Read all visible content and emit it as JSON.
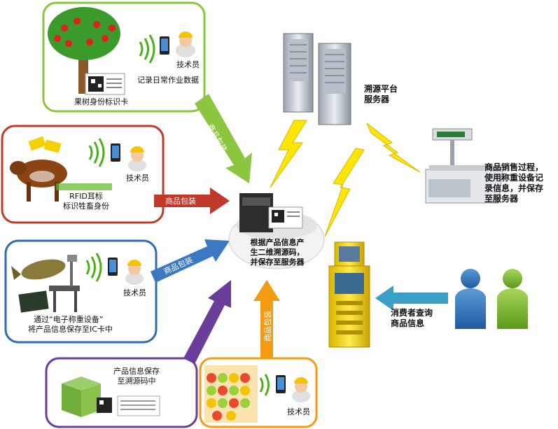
{
  "panels": {
    "tree": {
      "caption": "果树身份标识卡",
      "tech": "技术员",
      "note": "记录日常作业数据"
    },
    "cow": {
      "tech": "技术员",
      "caption_line1": "RFID耳标",
      "caption_line2": "标识牲畜身份"
    },
    "fish": {
      "tech": "技术员",
      "caption_line1": "通过“电子称重设备”",
      "caption_line2": "将产品信息保存至IC卡中"
    },
    "box": {
      "caption_line1": "产品信息保存",
      "caption_line2": "至溯源码中"
    },
    "fruit": {
      "tech": "技术员"
    }
  },
  "center": {
    "line1": "根据产品信息产",
    "line2": "生二维溯源码，",
    "line3": "并保存至服务器"
  },
  "server": {
    "line1": "溯源平台",
    "line2": "服务器"
  },
  "scale": {
    "line1": "商品销售过程，",
    "line2": "使用称重设备记",
    "line3": "录信息，并保存",
    "line4": "至服务器"
  },
  "consumer": {
    "line1": "消费者查询",
    "line2": "商品信息"
  },
  "arrows": {
    "a1": "商品包装",
    "a2": "商品包装",
    "a3": "商品包装",
    "a4": "商品包装",
    "a5": "商品包装"
  },
  "colors": {
    "green_border": "#8cc63f",
    "red_border": "#c0392b",
    "blue_border": "#2e6db4",
    "purple_border": "#6a3d9a",
    "orange_border": "#f39c12",
    "lightning": "#ffe600"
  }
}
